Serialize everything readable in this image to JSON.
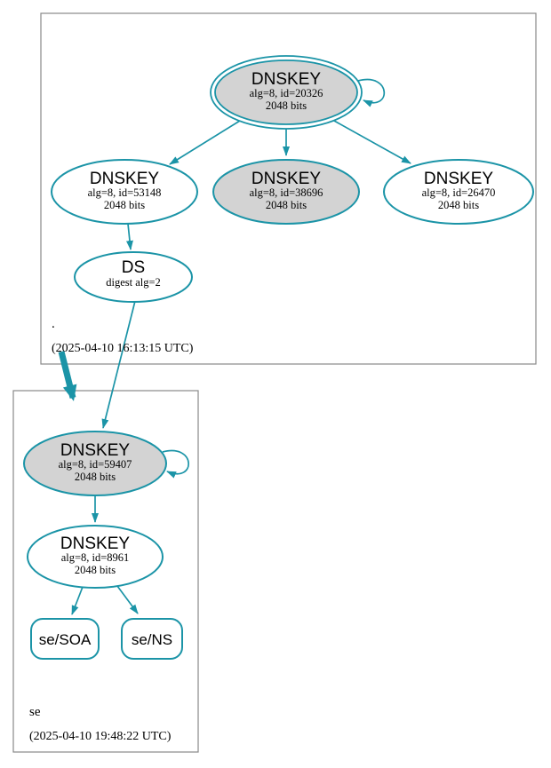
{
  "colors": {
    "edge_teal": "#1b94a7",
    "ksk_fill_gray": "#d3d3d3",
    "node_fill_white": "#ffffff",
    "cluster_border_gray": "#888888",
    "text_black": "#000000"
  },
  "root_cluster": {
    "label": ".",
    "timestamp": "(2025-04-10 16:13:15 UTC)",
    "ksk": {
      "title": "DNSKEY",
      "detail": "alg=8, id=20326",
      "bits": "2048 bits"
    },
    "zsk_left": {
      "title": "DNSKEY",
      "detail": "alg=8, id=53148",
      "bits": "2048 bits"
    },
    "zsk_center": {
      "title": "DNSKEY",
      "detail": "alg=8, id=38696",
      "bits": "2048 bits"
    },
    "zsk_right": {
      "title": "DNSKEY",
      "detail": "alg=8, id=26470",
      "bits": "2048 bits"
    },
    "ds": {
      "title": "DS",
      "detail": "digest alg=2"
    }
  },
  "se_cluster": {
    "label": "se",
    "timestamp": "(2025-04-10 19:48:22 UTC)",
    "ksk": {
      "title": "DNSKEY",
      "detail": "alg=8, id=59407",
      "bits": "2048 bits"
    },
    "zsk": {
      "title": "DNSKEY",
      "detail": "alg=8, id=8961",
      "bits": "2048 bits"
    },
    "soa": {
      "label": "se/SOA"
    },
    "ns": {
      "label": "se/NS"
    }
  }
}
